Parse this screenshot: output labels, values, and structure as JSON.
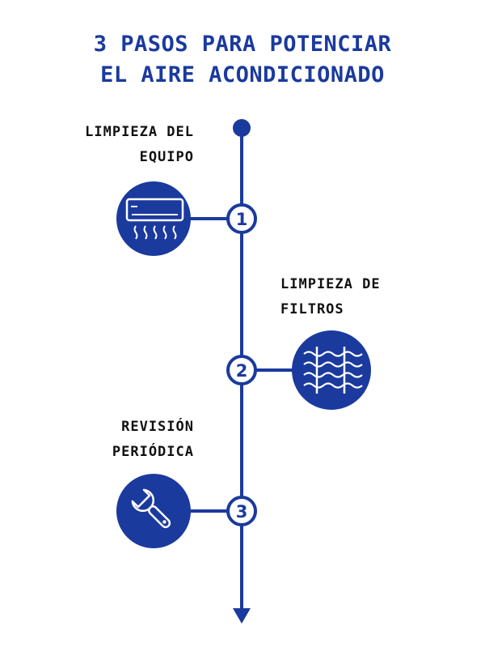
{
  "title": {
    "line1": "3 PASOS PARA POTENCIAR",
    "line2": "EL AIRE ACONDICIONADO"
  },
  "steps": [
    {
      "number": "1",
      "label_line1": "LIMPIEZA DEL",
      "label_line2": "EQUIPO",
      "icon": "air-conditioner-icon"
    },
    {
      "number": "2",
      "label_line1": "LIMPIEZA DE",
      "label_line2": "FILTROS",
      "icon": "filter-airflow-icon"
    },
    {
      "number": "3",
      "label_line1": "REVISIÓN",
      "label_line2": "PERIÓDICA",
      "icon": "wrench-icon"
    }
  ],
  "colors": {
    "primary": "#1b3a9e",
    "text": "#111111",
    "background": "#ffffff"
  }
}
